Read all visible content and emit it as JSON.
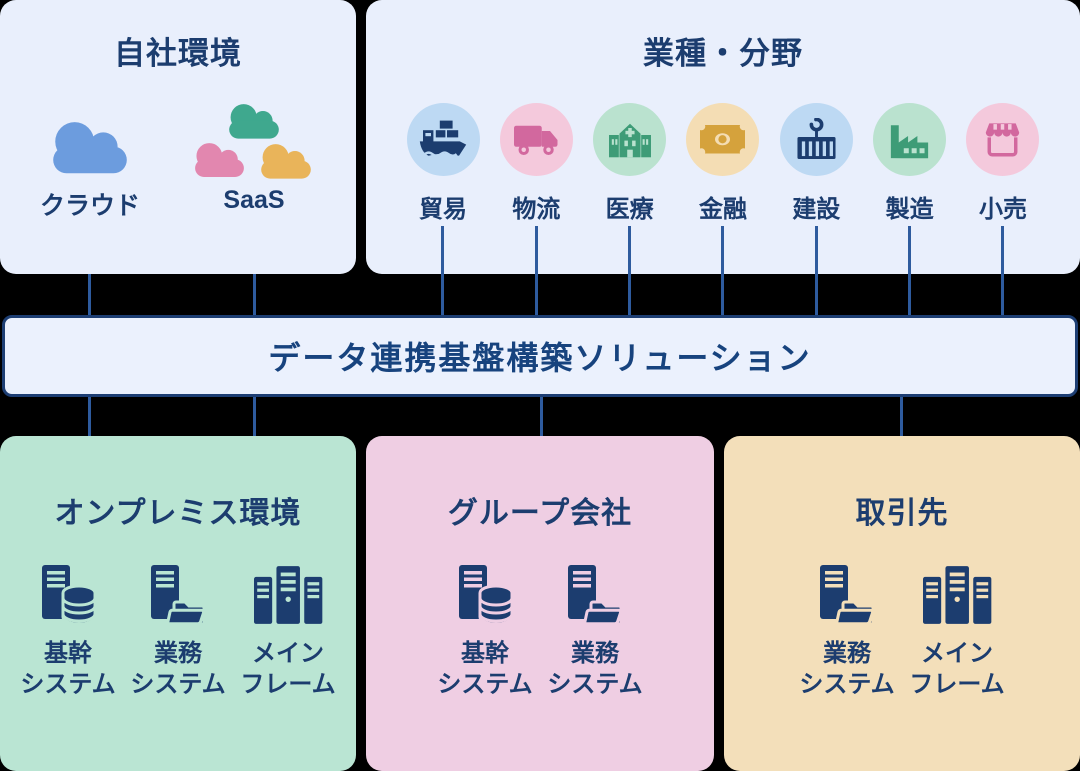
{
  "colors": {
    "background": "#000000",
    "navy_text": "#1C3D6F",
    "panel_light_blue": "#E9EFFC",
    "bar_background": "#EBF1FD",
    "bar_border": "#1D3E73",
    "connector_line": "#2E5B9E",
    "cloud_blue": "#6C9CDE",
    "cloud_teal": "#3FA88E",
    "cloud_pink": "#E287AF",
    "cloud_yellow": "#E9B45A",
    "circle_blue": "#BDD9F3",
    "circle_pink": "#F4C9DC",
    "circle_green": "#BAE2CF",
    "circle_tan": "#F4DDB4",
    "icon_pink": "#D2689E",
    "icon_green": "#3E9C77",
    "icon_gold": "#D5A23C",
    "box_green": "#BAE5D3",
    "box_pink": "#EFCEE3",
    "box_tan": "#F3DFBA"
  },
  "own_env": {
    "title": "自社環境",
    "items": [
      {
        "icon": "cloud-icon",
        "label": "クラウド"
      },
      {
        "icon": "cloud-cluster-icon",
        "label": "SaaS"
      }
    ]
  },
  "industries": {
    "title": "業種・分野",
    "items": [
      {
        "icon": "cargo-ship-icon",
        "label": "貿易",
        "theme": "blue"
      },
      {
        "icon": "truck-icon",
        "label": "物流",
        "theme": "pink"
      },
      {
        "icon": "hospital-icon",
        "label": "医療",
        "theme": "green"
      },
      {
        "icon": "money-icon",
        "label": "金融",
        "theme": "tan"
      },
      {
        "icon": "crane-container-icon",
        "label": "建設",
        "theme": "blue"
      },
      {
        "icon": "factory-icon",
        "label": "製造",
        "theme": "green"
      },
      {
        "icon": "storefront-icon",
        "label": "小売",
        "theme": "pink"
      }
    ]
  },
  "solution_bar": {
    "label": "データ連携基盤構築ソリューション"
  },
  "bottom_boxes": [
    {
      "title": "オンプレミス環境",
      "theme": "green",
      "items": [
        {
          "icon": "server-database-icon",
          "label": "基幹\nシステム"
        },
        {
          "icon": "server-folder-icon",
          "label": "業務\nシステム"
        },
        {
          "icon": "mainframe-icon",
          "label": "メイン\nフレーム"
        }
      ]
    },
    {
      "title": "グループ会社",
      "theme": "pink",
      "items": [
        {
          "icon": "server-database-icon",
          "label": "基幹\nシステム"
        },
        {
          "icon": "server-folder-icon",
          "label": "業務\nシステム"
        }
      ]
    },
    {
      "title": "取引先",
      "theme": "tan",
      "items": [
        {
          "icon": "server-folder-icon",
          "label": "業務\nシステム"
        },
        {
          "icon": "mainframe-icon",
          "label": "メイン\nフレーム"
        }
      ]
    }
  ]
}
